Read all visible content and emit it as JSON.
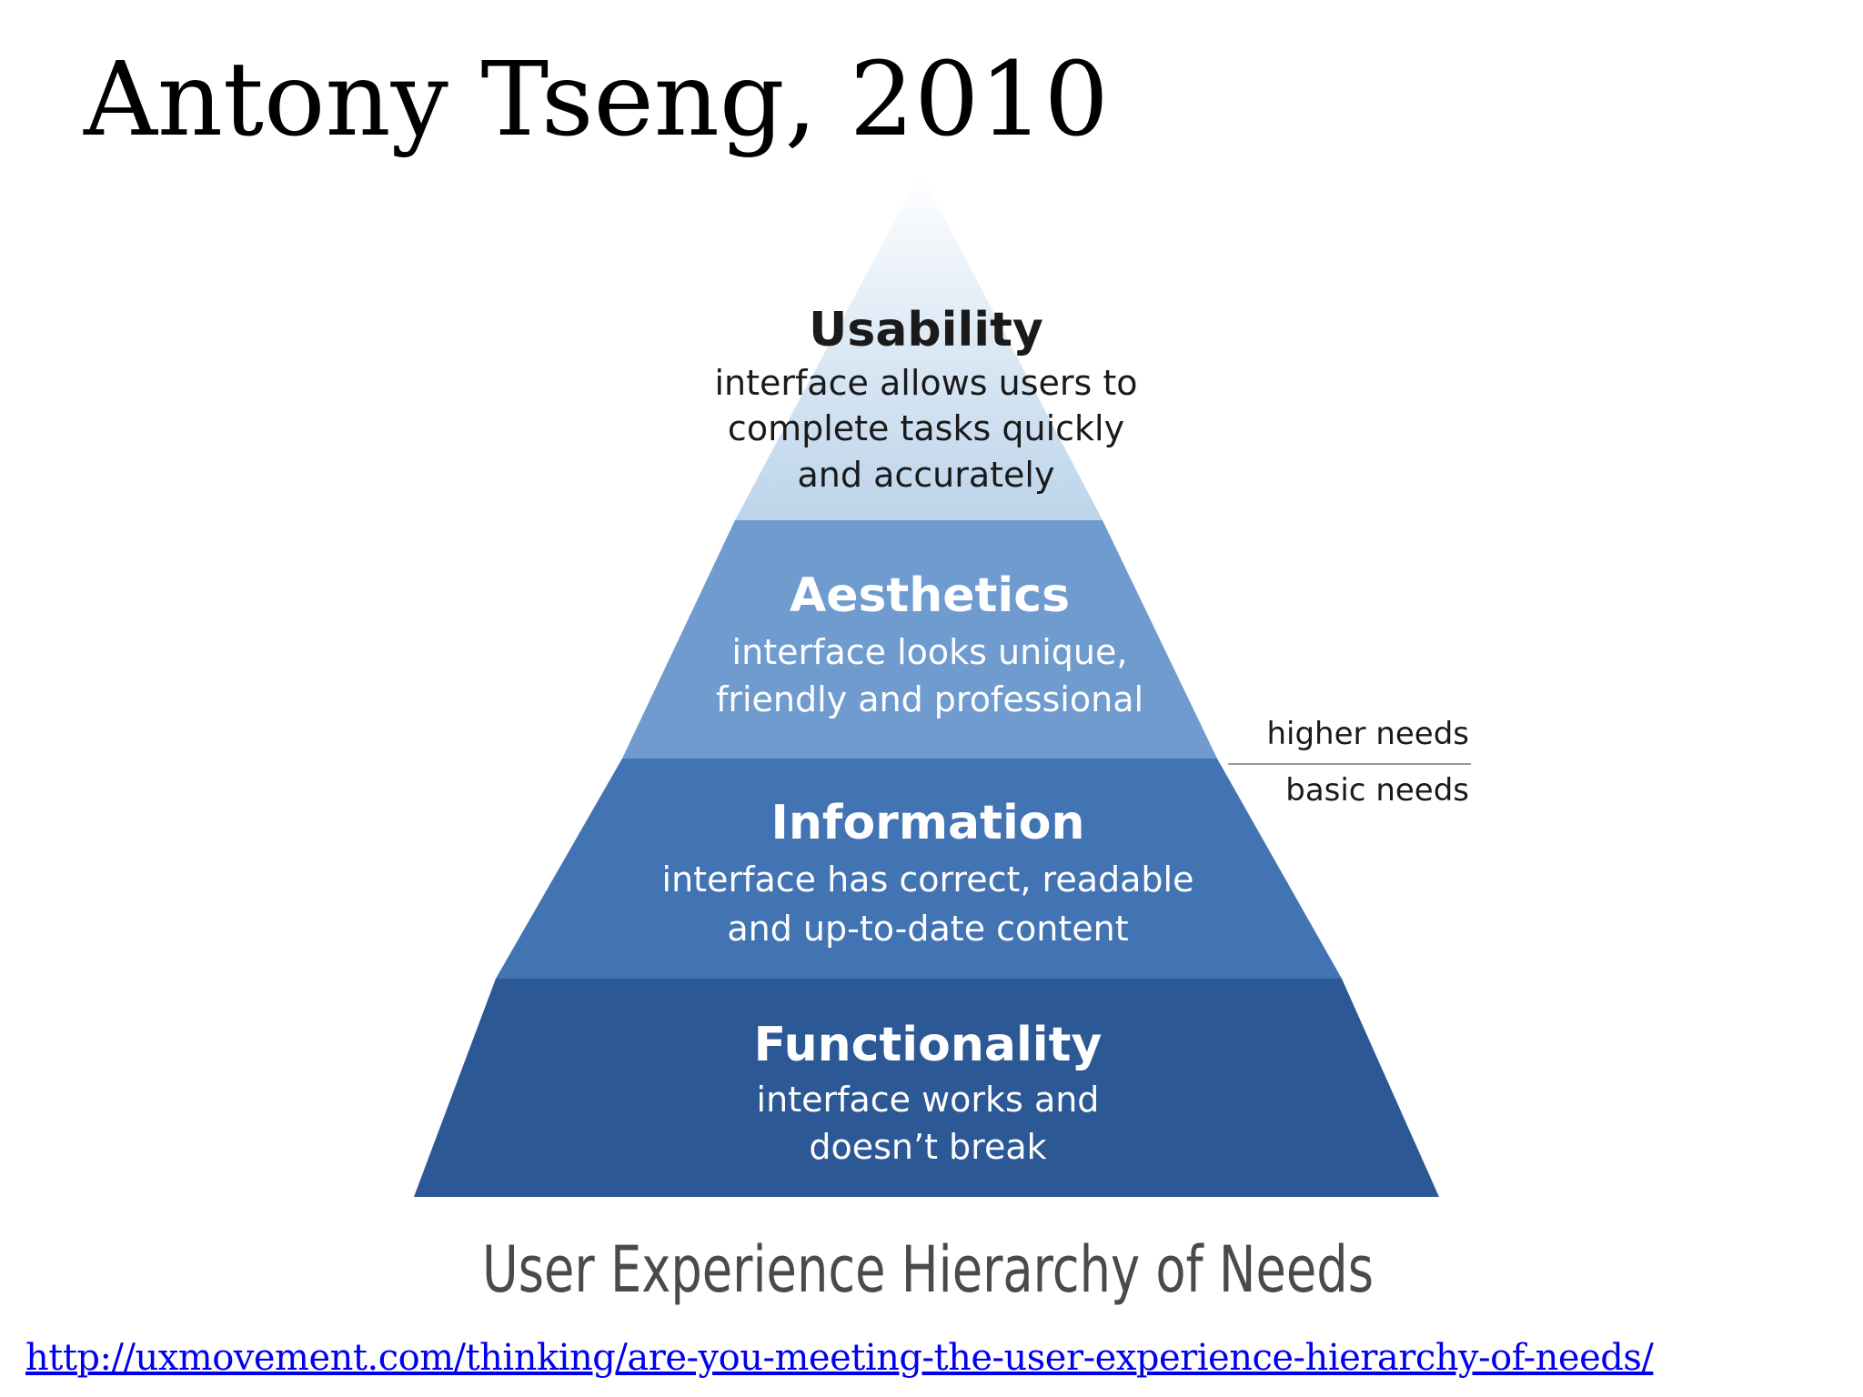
{
  "slide": {
    "title": "Antony Tseng, 2010",
    "source_url": "http://uxmovement.com/thinking/are-you-meeting-the-user-experience-hierarchy-of-needs/"
  },
  "pyramid": {
    "caption": "User Experience Hierarchy of Needs",
    "higher_label": "higher needs",
    "basic_label": "basic needs",
    "levels": [
      {
        "title": "Usability",
        "lines": [
          "interface allows users to",
          "complete tasks quickly",
          "and accurately"
        ],
        "color": "#bcd4ea",
        "text_color": "#1a1a1a"
      },
      {
        "title": "Aesthetics",
        "lines": [
          "interface looks unique,",
          "friendly and professional"
        ],
        "color": "#6f9bcf",
        "text_color": "#ffffff"
      },
      {
        "title": "Information",
        "lines": [
          "interface has correct, readable",
          "and up-to-date content"
        ],
        "color": "#4273b3",
        "text_color": "#ffffff"
      },
      {
        "title": "Functionality",
        "lines": [
          "interface works and",
          "doesn’t break"
        ],
        "color": "#2c5896",
        "text_color": "#ffffff"
      }
    ]
  }
}
